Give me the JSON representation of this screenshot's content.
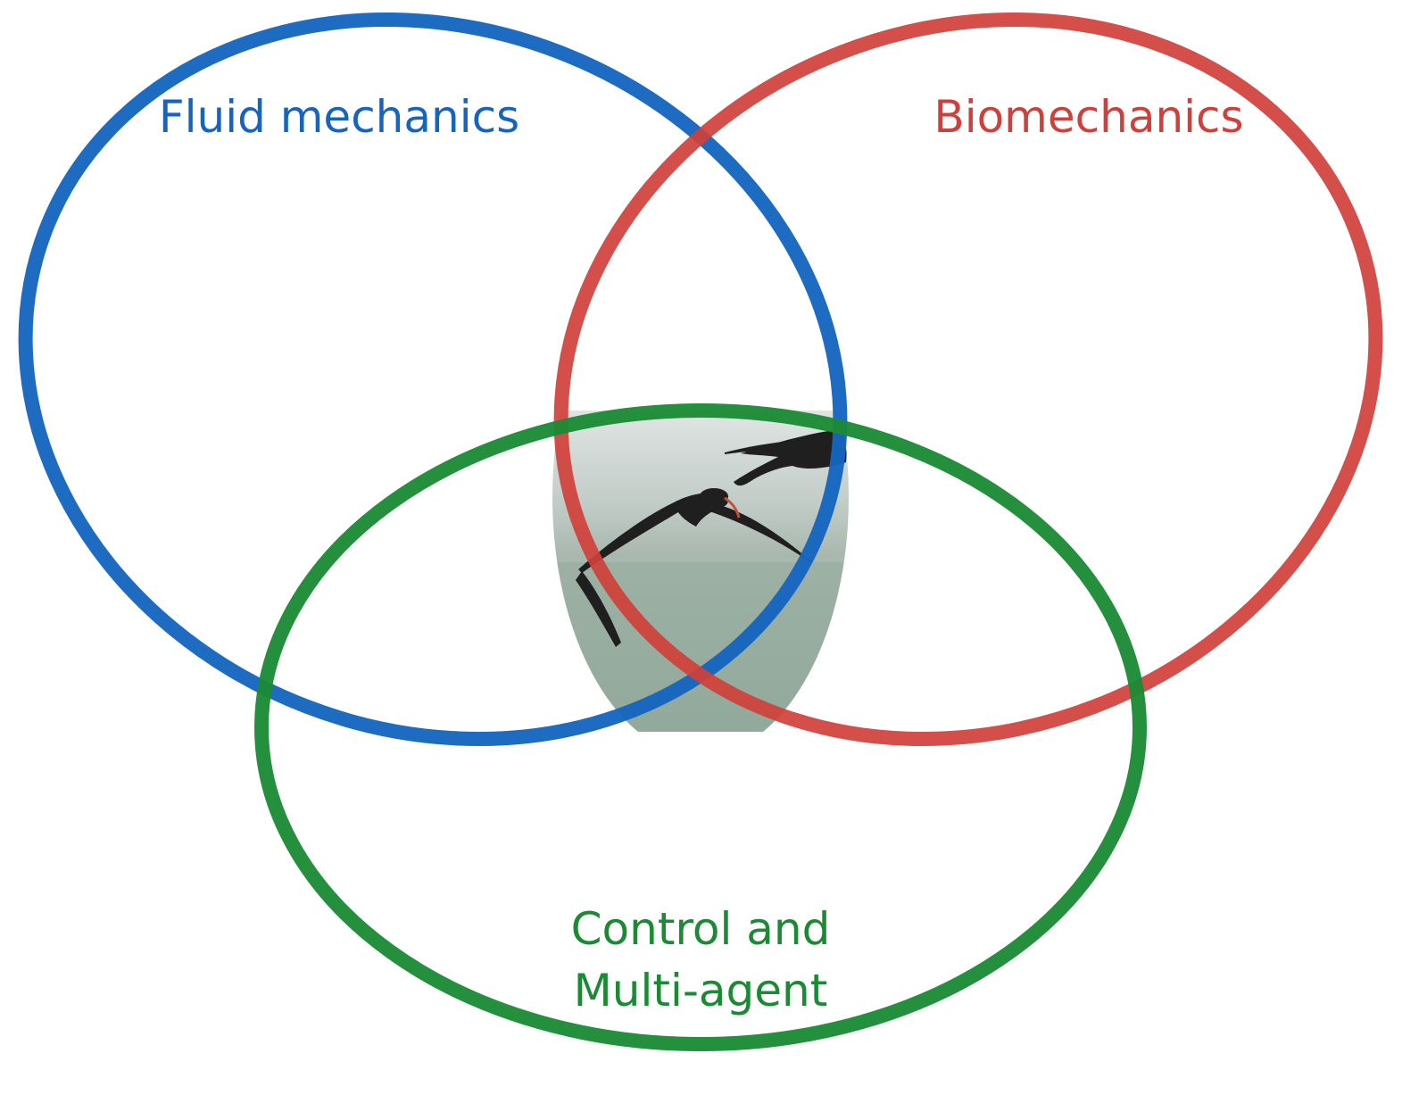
{
  "diagram": {
    "sets": [
      {
        "id": "fluid",
        "label": "Fluid mechanics",
        "color": "#1565c0"
      },
      {
        "id": "bio",
        "label": "Biomechanics",
        "color": "#d0403a"
      },
      {
        "id": "control",
        "label_lines": [
          "Control and",
          "Multi-agent"
        ],
        "color": "#1b8a34"
      }
    ],
    "center_image": {
      "subject": "birds-in-flight-photo",
      "sky_color": "#c3cdc8",
      "ground_color": "#8fa898",
      "bird_color": "#1f1f1f",
      "beak_color": "#c8503f"
    }
  }
}
